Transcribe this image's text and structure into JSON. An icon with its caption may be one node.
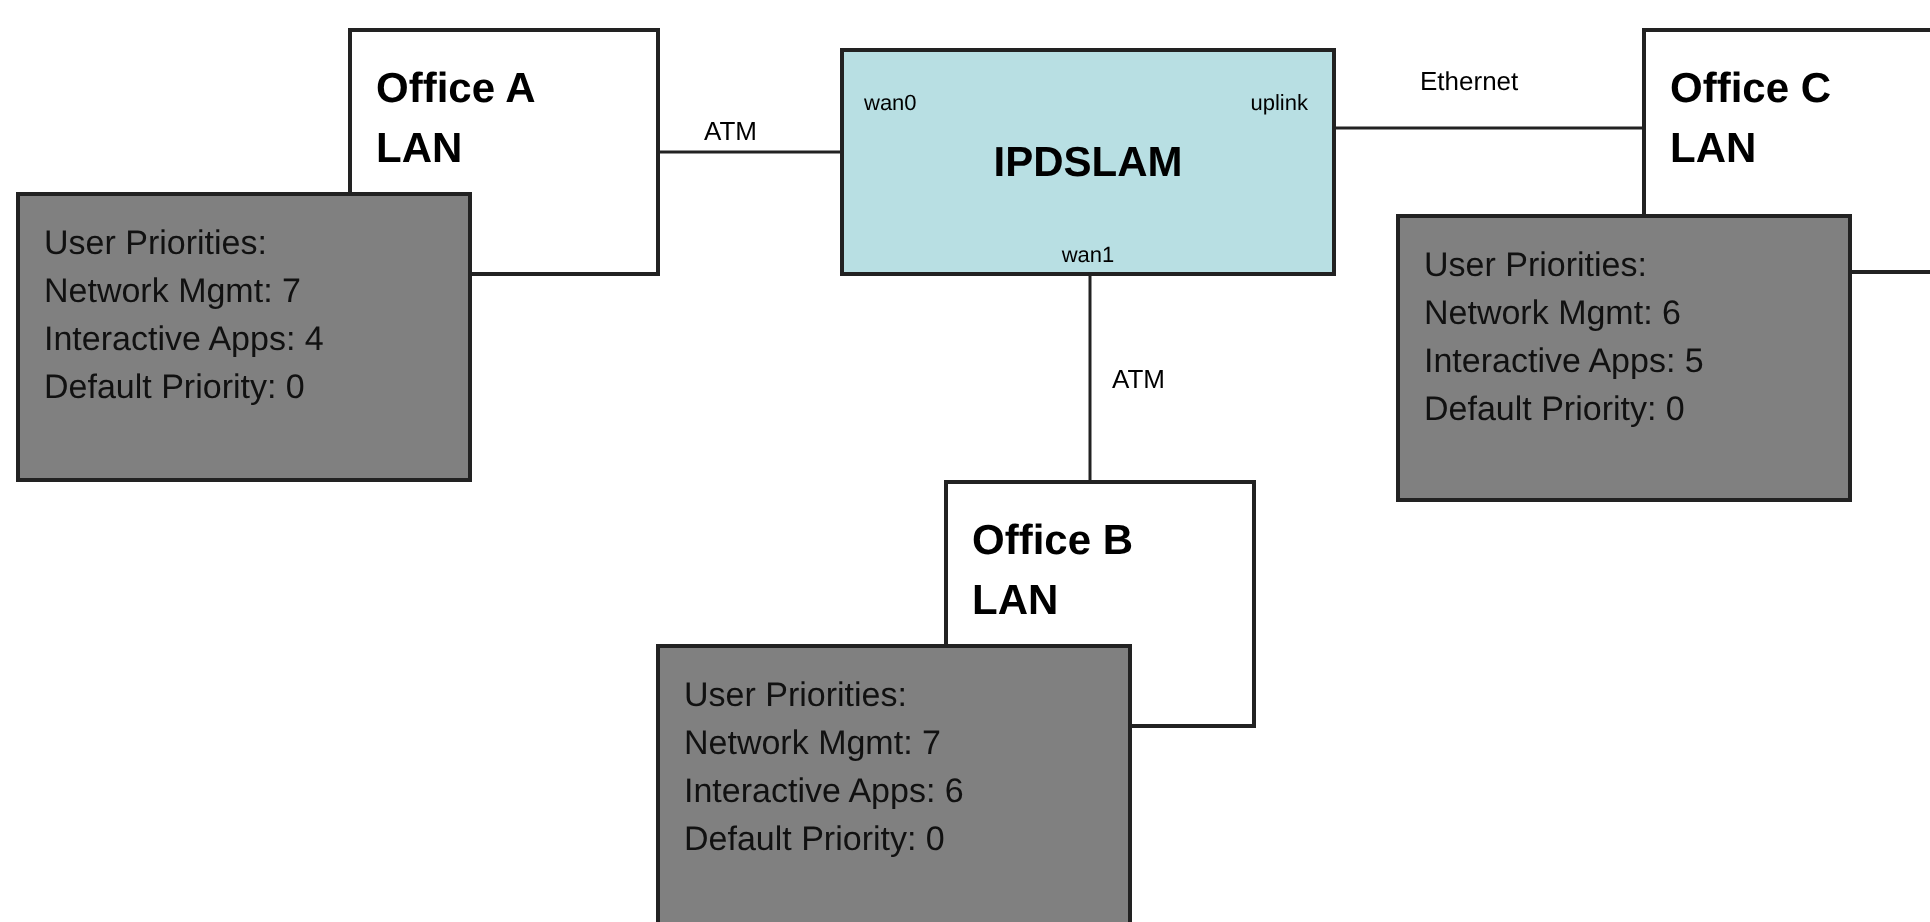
{
  "diagram": {
    "nodes": [
      {
        "text": [
          "Office A LAN"
        ]
      },
      {
        "text": [
          "User Priorities:",
          "Network Mgmt: 7",
          "Interactive Apps: 4",
          "Default Priority: 0"
        ]
      },
      {
        "text": [
          "wan0",
          "uplink",
          "IPDSLAM",
          "wan1"
        ]
      },
      {
        "text": [
          "Office C LAN"
        ]
      },
      {
        "text": [
          "User Priorities:",
          "Network Mgmt: 6",
          "Interactive Apps: 5",
          "Default Priority: 0"
        ]
      },
      {
        "text": [
          "Office B LAN"
        ]
      },
      {
        "text": [
          "User Priorities:",
          "Network Mgmt: 7",
          "Interactive Apps: 6",
          "Default Priority: 0"
        ]
      }
    ],
    "edges": [
      {
        "from": 0,
        "to": 2,
        "arrow": "none",
        "label": "ATM"
      },
      {
        "from": 2,
        "to": 3,
        "arrow": "none",
        "label": "Ethernet"
      },
      {
        "from": 2,
        "to": 5,
        "arrow": "none",
        "label": "ATM"
      }
    ]
  }
}
